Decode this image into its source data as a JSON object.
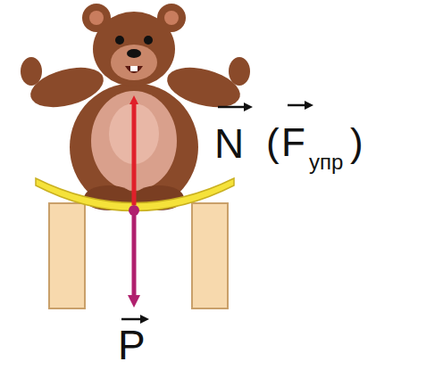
{
  "diagram": {
    "labels": [
      "N",
      "(",
      "F",
      "упр",
      ")",
      "P"
    ]
  }
}
